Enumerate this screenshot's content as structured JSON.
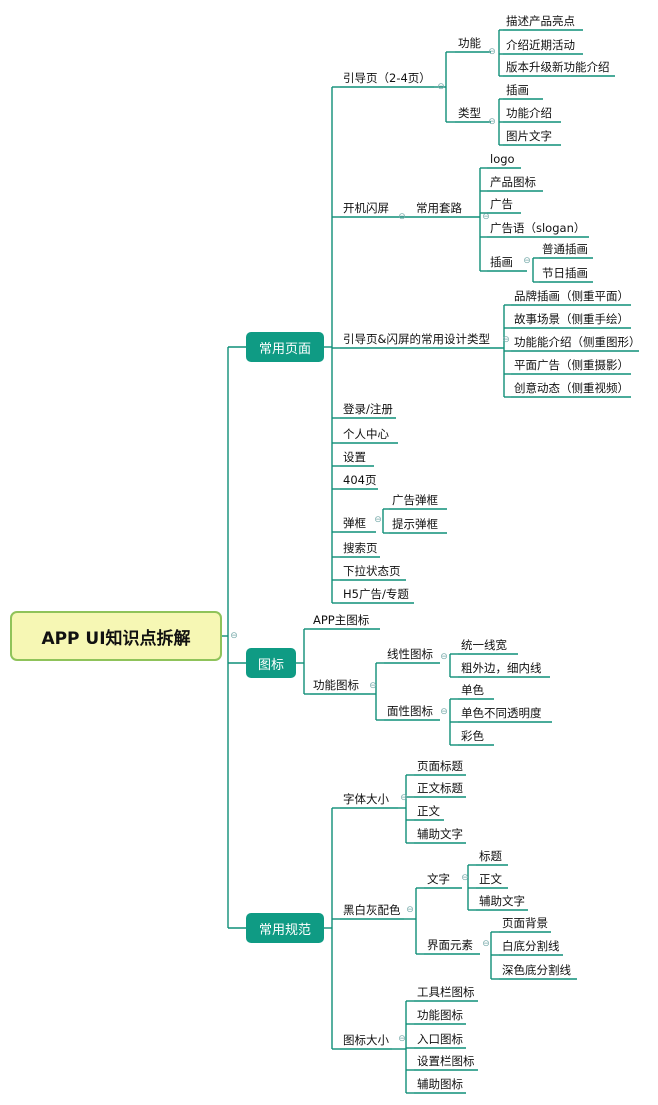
{
  "root": "APP UI知识点拆解",
  "branches": {
    "pages": {
      "label": "常用页面",
      "guide": {
        "label": "引导页（2-4页）",
        "function": {
          "label": "功能",
          "items": [
            "描述产品亮点",
            "介绍近期活动",
            "版本升级新功能介绍"
          ]
        },
        "type": {
          "label": "类型",
          "items": [
            "插画",
            "功能介绍",
            "图片文字"
          ]
        }
      },
      "splash": {
        "label": "开机闪屏",
        "routine": {
          "label": "常用套路",
          "items": [
            "logo",
            "产品图标",
            "广告",
            "广告语（slogan）"
          ],
          "illustration": {
            "label": "插画",
            "items": [
              "普通插画",
              "节日插画"
            ]
          }
        }
      },
      "design_types": {
        "label": "引导页&闪屏的常用设计类型",
        "items": [
          "品牌插画（侧重平面）",
          "故事场景（侧重手绘）",
          "功能能介绍（侧重图形）",
          "平面广告（侧重摄影）",
          "创意动态（侧重视频）"
        ]
      },
      "simple": [
        "登录/注册",
        "个人中心",
        "设置",
        "404页"
      ],
      "popup": {
        "label": "弹框",
        "items": [
          "广告弹框",
          "提示弹框"
        ]
      },
      "tail": [
        "搜索页",
        "下拉状态页",
        "H5广告/专题"
      ]
    },
    "icons": {
      "label": "图标",
      "app_icon": "APP主图标",
      "function_icons": {
        "label": "功能图标",
        "linear": {
          "label": "线性图标",
          "items": [
            "统一线宽",
            "粗外边，细内线"
          ]
        },
        "filled": {
          "label": "面性图标",
          "items": [
            "单色",
            "单色不同透明度",
            "彩色"
          ]
        }
      }
    },
    "standards": {
      "label": "常用规范",
      "font_size": {
        "label": "字体大小",
        "items": [
          "页面标题",
          "正文标题",
          "正文",
          "辅助文字"
        ]
      },
      "bw_color": {
        "label": "黑白灰配色",
        "text": {
          "label": "文字",
          "items": [
            "标题",
            "正文",
            "辅助文字"
          ]
        },
        "ui": {
          "label": "界面元素",
          "items": [
            "页面背景",
            "白底分割线",
            "深色底分割线"
          ]
        }
      },
      "icon_size": {
        "label": "图标大小",
        "items": [
          "工具栏图标",
          "功能图标",
          "入口图标",
          "设置栏图标",
          "辅助图标"
        ]
      }
    }
  },
  "colors": {
    "line": "#0f8f78",
    "main_fill": "#0f9b84",
    "root_fill": "#f6f7b4",
    "root_border": "#8fc35a"
  },
  "collapse_icon": "circle-minus-icon"
}
